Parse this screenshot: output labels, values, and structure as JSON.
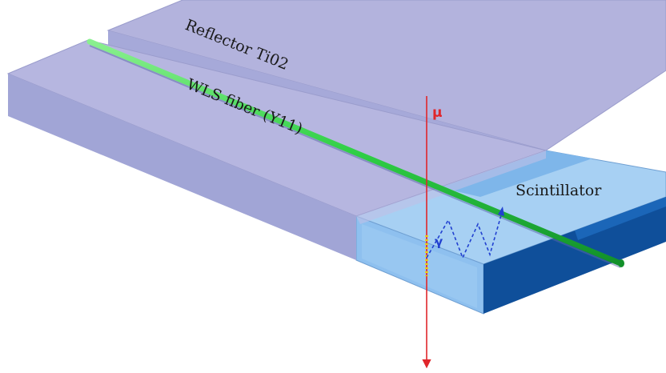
{
  "labels": {
    "reflector": "Reflector Ti02",
    "fiber": "WLS fiber (Y11)",
    "scintillator": "Scintillator",
    "muon": "μ",
    "gamma": "γ"
  },
  "colors": {
    "reflector_top": "#b3b3dd",
    "reflector_side": "#a2a6d6",
    "scintillator_light": "#9cc9f0",
    "scintillator_mid": "#6fa9e6",
    "scintillator_dark": "#0f4f9a",
    "fiber": "#2fcf45",
    "muon": "#e0262b",
    "photon": "#2140d0",
    "hit": "#e8d21a"
  }
}
